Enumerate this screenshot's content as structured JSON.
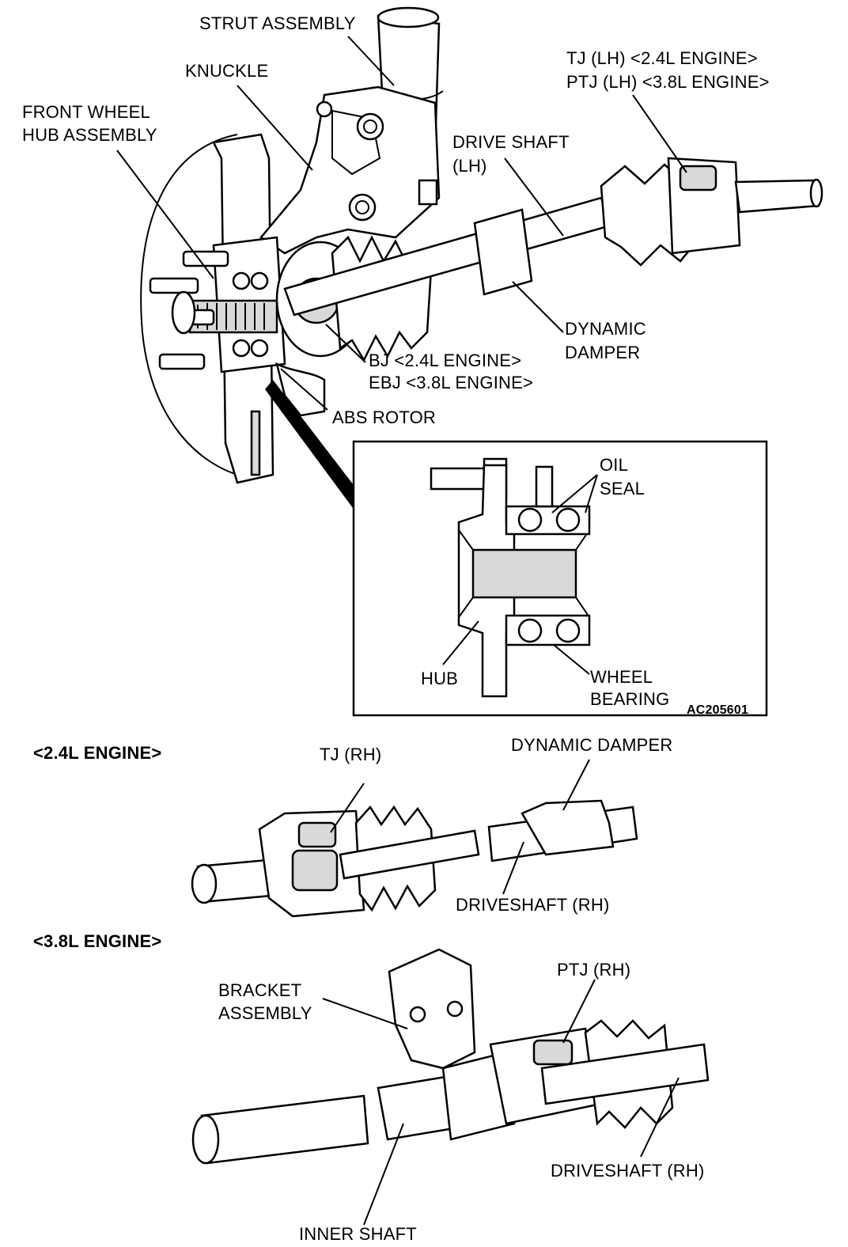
{
  "labels": {
    "strut_assembly": "STRUT ASSEMBLY",
    "knuckle": "KNUCKLE",
    "front_wheel_hub_l1": "FRONT WHEEL",
    "front_wheel_hub_l2": "HUB ASSEMBLY",
    "tj_lh": "TJ (LH) <2.4L ENGINE>",
    "ptj_lh": "PTJ (LH) <3.8L ENGINE>",
    "drive_shaft_lh_l1": "DRIVE SHAFT",
    "drive_shaft_lh_l2": "(LH)",
    "dynamic_damper_l1": "DYNAMIC",
    "dynamic_damper_l2": "DAMPER",
    "bj": "BJ <2.4L ENGINE>",
    "ebj": "EBJ <3.8L ENGINE>",
    "abs_rotor": "ABS ROTOR",
    "oil_seal_l1": "OIL",
    "oil_seal_l2": "SEAL",
    "hub": "HUB",
    "wheel_bearing_l1": "WHEEL",
    "wheel_bearing_l2": "BEARING",
    "figure_code": "AC205601",
    "engine_24": "<2.4L ENGINE>",
    "tj_rh": "TJ (RH)",
    "dynamic_damper_rh": "DYNAMIC DAMPER",
    "driveshaft_rh_24": "DRIVESHAFT (RH)",
    "engine_38": "<3.8L ENGINE>",
    "bracket_assembly_l1": "BRACKET",
    "bracket_assembly_l2": "ASSEMBLY",
    "ptj_rh": "PTJ (RH)",
    "driveshaft_rh_38": "DRIVESHAFT (RH)",
    "inner_shaft": "INNER SHAFT"
  }
}
